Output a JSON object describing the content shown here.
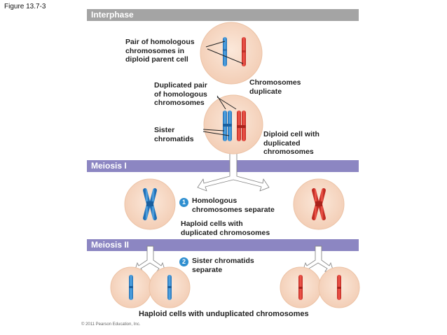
{
  "figure_label": "Figure 13.7-3",
  "bands": {
    "interphase": "Interphase",
    "meiosis1": "Meiosis I",
    "meiosis2": "Meiosis II"
  },
  "labels": {
    "pair_homologous": "Pair of homologous\nchromosomes in\ndiploid parent cell",
    "chromosomes_duplicate": "Chromosomes\nduplicate",
    "duplicated_pair": "Duplicated pair\nof homologous\nchromosomes",
    "sister_chromatids": "Sister\nchromatids",
    "diploid_duplicated": "Diploid cell with\nduplicated\nchromosomes",
    "homologous_separate": "Homologous\nchromosomes separate",
    "haploid_duplicated": "Haploid cells with\nduplicated chromosomes",
    "sister_separate": "Sister chromatids\nseparate",
    "haploid_unduplicated": "Haploid cells with unduplicated chromosomes"
  },
  "steps": {
    "step1": "1",
    "step2": "2"
  },
  "copyright": "© 2011 Pearson Education, Inc.",
  "colors": {
    "cell_fill": "#f6d9c6",
    "cell_edge": "#ecc3a6",
    "blue_chromosome": "#2e86cf",
    "red_chromosome": "#e23c33",
    "interphase_band": "#a4a4a4",
    "meiosis_band": "#8c86c2"
  }
}
